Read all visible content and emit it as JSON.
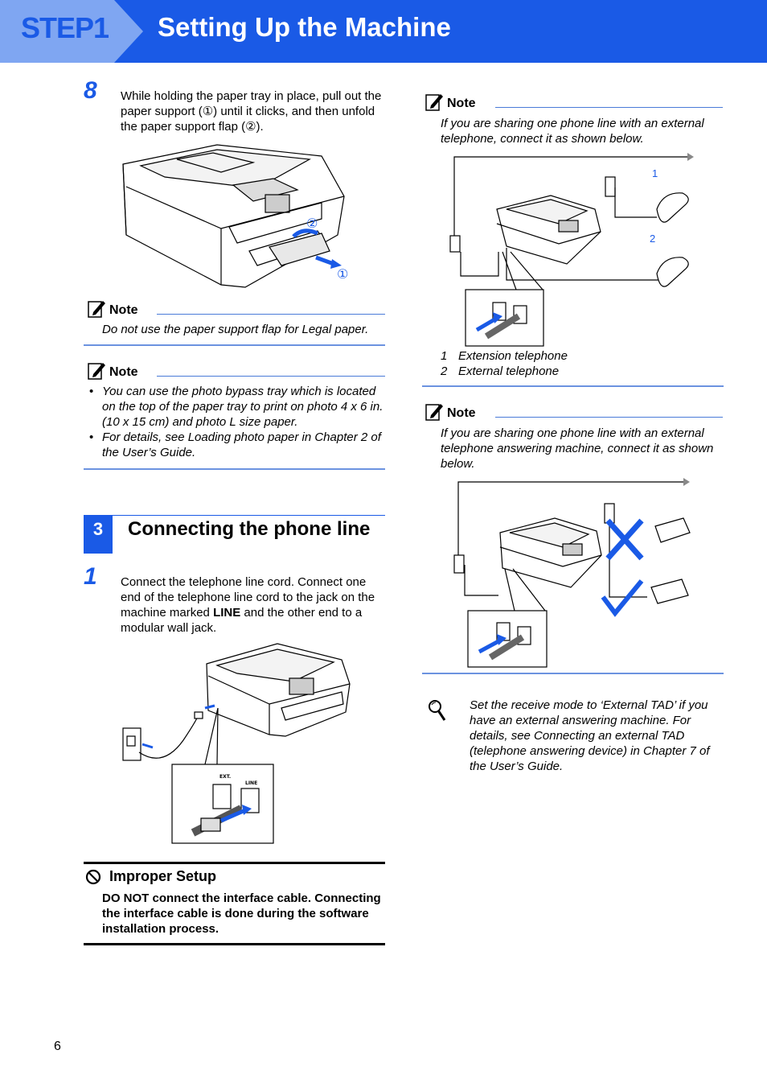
{
  "header": {
    "step_label": "STEP1",
    "title": "Setting Up the Machine",
    "brand_color": "#1a5ae6"
  },
  "left": {
    "step8": {
      "number": "8",
      "text": "While holding the paper tray in place, pull out the paper support (①) until it clicks, and then unfold the paper support flap (②).",
      "callout1": "①",
      "callout2": "②"
    },
    "note1": {
      "heading": "Note",
      "text": "Do not use the paper support flap for Legal paper."
    },
    "note2": {
      "heading": "Note",
      "bullets": [
        "You can use the photo bypass tray which is located on the top of the paper tray to print on photo 4 x 6 in. (10 x 15 cm) and photo L size paper.",
        "For details, see Loading photo paper in Chapter 2 of the User’s Guide."
      ]
    },
    "section": {
      "number": "3",
      "title": "Connecting the phone line"
    },
    "step1": {
      "number": "1",
      "text_before": "Connect the telephone line cord. Connect one end of the telephone line cord to the jack on the machine marked ",
      "text_bold": "LINE",
      "text_after": " and the other end to a modular wall jack.",
      "jack_ext": "EXT.",
      "jack_line": "LINE"
    },
    "improper": {
      "title": "Improper Setup",
      "text": "DO NOT connect the interface cable. Connecting the interface cable is done during the software installation process."
    }
  },
  "right": {
    "note3": {
      "heading": "Note",
      "text": "If you are sharing one phone line with an external telephone, connect it as shown below.",
      "fig_label1": "1",
      "fig_label2": "2",
      "captions": [
        {
          "num": "1",
          "text": "Extension telephone"
        },
        {
          "num": "2",
          "text": "External telephone"
        }
      ]
    },
    "note4": {
      "heading": "Note",
      "text": "If you are sharing one phone line with an external telephone answering machine, connect it as shown below."
    },
    "tip": {
      "text": "Set the receive mode to ‘External TAD’ if you have an external answering machine. For details, see Connecting an external TAD (telephone answering device) in Chapter 7 of the User’s Guide."
    }
  },
  "footer": {
    "page_number": "6"
  }
}
